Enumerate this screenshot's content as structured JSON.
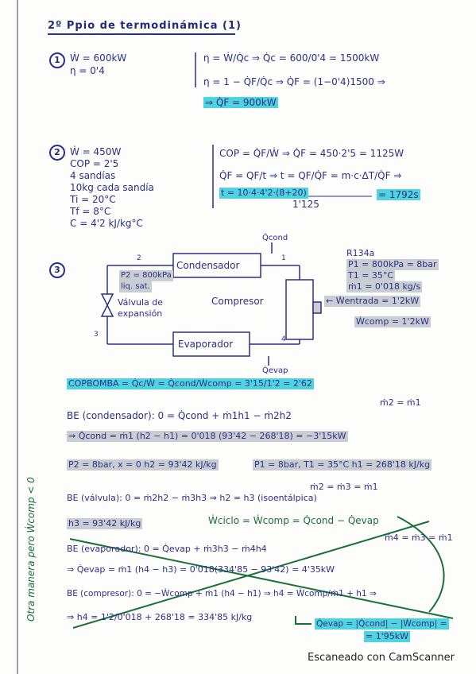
{
  "title": "2º Ppio de termodinámica (1)",
  "p1": {
    "num": "1",
    "given": [
      "Ẇ = 600kW",
      "η = 0'4"
    ],
    "l1": "η = Ẇ/Q̇c ⇒ Q̇c = 600/0'4 = 1500kW",
    "l2": "η = 1 − Q̇F/Q̇c ⇒ Q̇F = (1−0'4)1500 ⇒",
    "result": "⇒ Q̇F = 900kW"
  },
  "p2": {
    "num": "2",
    "given": [
      "Ẇ = 450W",
      "COP = 2'5",
      "4 sandías",
      "10kg cada sandía",
      "Ti = 20°C",
      "Tf = 8°C",
      "C = 4'2 kJ/kg°C"
    ],
    "l1": "COP = Q̇F/Ẇ ⇒ Q̇F = 450·2'5 = 1125W",
    "l2": "Q̇F = QF/t ⇒ t = QF/Q̇F = m·c·ΔT/Q̇F ⇒",
    "l3a": "t = 10·4·4'2·(8+20)",
    "l3b": "1'125",
    "l3c": "= 1792s"
  },
  "p3": {
    "num": "3",
    "boxes": {
      "cond": "Condensador",
      "evap": "Evaporador",
      "comp": "Compresor"
    },
    "valve": "Válvula de expansión",
    "labels": {
      "qcond": "Q̇cond",
      "qevap": "Q̇evap",
      "p2": "P2 = 800kPa",
      "sat": "liq. sat.",
      "s1": "1",
      "s2": "2",
      "s3": "3",
      "s4": "4"
    },
    "right": [
      "R134a",
      "P1 = 800kPa = 8bar",
      "T1 = 35°C",
      "ṁ1 = 0'018 kg/s",
      "← Ẇentrada = 1'2kW",
      "Ẇcomp = 1'2kW"
    ],
    "cop": "COPBOMBA = Q̇c/Ẇ = Q̇cond/Ẇcomp = 3'15/1'2 = 2'62",
    "eq1": "BE (condensador): 0 = Q̇cond + ṁ1h1 − ṁ2h2",
    "eq1r": "ṁ2 = ṁ1",
    "eq2": "⇒ Q̇cond = ṁ1 (h2 − h1) = 0'018 (93'42 − 268'18) = −3'15kW",
    "st2": "P2 = 8bar, x = 0  h2 = 93'42 kJ/kg",
    "st1": "P1 = 8bar, T1 = 35°C  h1 = 268'18 kJ/kg",
    "eq3": "BE (válvula): 0 = ṁ2h2 − ṁ3h3 ⇒ h2 = h3 (isoentálpica)",
    "eq3r": "ṁ2 = ṁ3 = ṁ1",
    "h3": "h3 = 93'42 kJ/kg",
    "cycle": "Ẇciclo = Ẇcomp = Q̇cond − Q̇evap",
    "eq4": "BE (evaporador): 0 = Q̇evap + ṁ3h3 − ṁ4h4",
    "eq4r": "ṁ4 = ṁ3 = ṁ1",
    "eq5": "⇒ Q̇evap = ṁ1 (h4 − h3) = 0'018(334'85 − 93'42) = 4'35kW",
    "eq6": "BE (compresor): 0 = −Ẇcomp + ṁ1 (h4 − h1) ⇒ h4 = Ẇcomp/ṁ1 + h1 ⇒",
    "eq7": "⇒ h4 = 1'2/0'018 + 268'18 = 334'85 kJ/kg",
    "alt1": "Q̇evap = |Q̇cond| − |Ẇcomp| =",
    "alt2": "= 1'95kW",
    "side": "Otra manera pero Ẇcomp < 0"
  },
  "footer": "Escaneado con CamScanner"
}
